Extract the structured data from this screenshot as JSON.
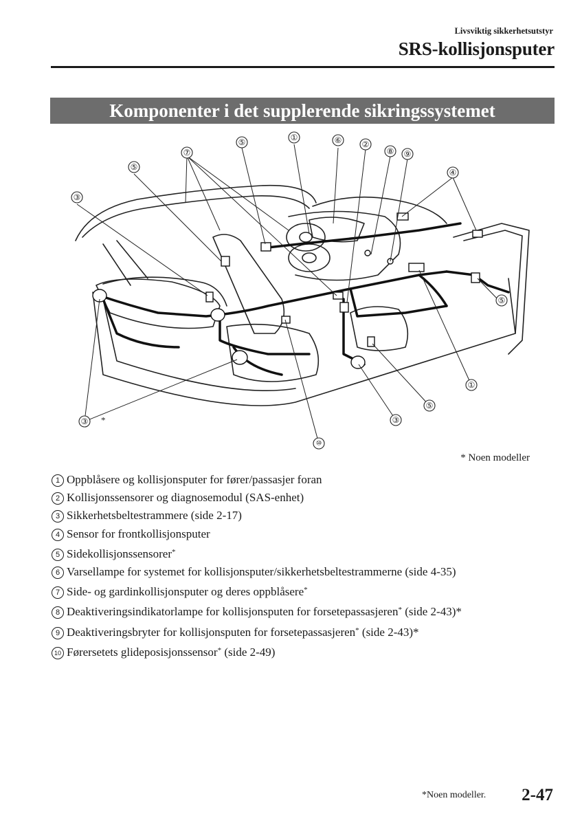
{
  "header": {
    "section": "Livsviktig sikkerhetsutstyr",
    "title": "SRS-kollisjonsputer"
  },
  "banner": "Komponenter i det supplerende sikringssystemet",
  "diagram": {
    "callouts": [
      "①",
      "②",
      "③",
      "④",
      "⑤",
      "⑥",
      "⑦",
      "⑧",
      "⑨",
      "⑩"
    ],
    "asterisk": "*",
    "footnote": "* Noen modeller"
  },
  "legend": [
    {
      "num": "1",
      "text": "Oppblåsere og kollisjonsputer for fører/passasjer foran",
      "suffix": ""
    },
    {
      "num": "2",
      "text": "Kollisjonssensorer og diagnosemodul (SAS-enhet)",
      "suffix": ""
    },
    {
      "num": "3",
      "text": "Sikkerhetsbeltestrammere (side 2-17)",
      "suffix": ""
    },
    {
      "num": "4",
      "text": "Sensor for frontkollisjonsputer",
      "suffix": ""
    },
    {
      "num": "5",
      "text": "Sidekollisjonssensorer",
      "star": "*",
      "suffix": ""
    },
    {
      "num": "6",
      "text": "Varsellampe for systemet for kollisjonsputer/sikkerhetsbeltestrammerne (side 4-35)",
      "suffix": ""
    },
    {
      "num": "7",
      "text": "Side- og gardinkollisjonsputer og deres oppblåsere",
      "star": "*",
      "suffix": ""
    },
    {
      "num": "8",
      "text": "Deaktiveringsindikatorlampe for kollisjonsputen for forsetepassasjeren",
      "star": "*",
      "suffix": " (side 2-43)*"
    },
    {
      "num": "9",
      "text": "Deaktiveringsbryter for kollisjonsputen for forsetepassasjeren",
      "star": "*",
      "suffix": " (side 2-43)*"
    },
    {
      "num": "10",
      "text": "Førersetets glideposisjonssensor",
      "star": "*",
      "suffix": " (side 2-49)"
    }
  ],
  "footer": {
    "note": "*Noen modeller.",
    "page": "2-47"
  }
}
